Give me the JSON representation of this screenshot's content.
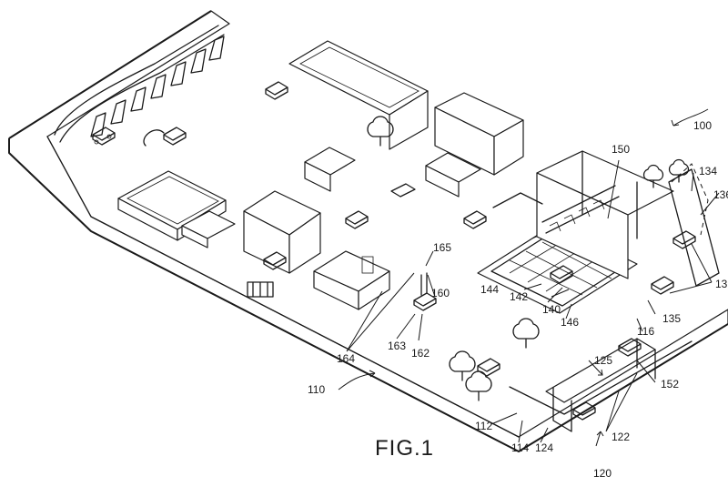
{
  "figure": {
    "caption": "FIG.1"
  },
  "reference_numerals": {
    "r100": "100",
    "r110": "110",
    "r112": "112",
    "r114": "114",
    "r116": "116",
    "r120": "120",
    "r122": "122",
    "r124": "124",
    "r125": "125",
    "r134": "134",
    "r135": "135",
    "r136": "136",
    "r138": "13",
    "r140": "140",
    "r142": "142",
    "r144": "144",
    "r146": "146",
    "r150": "150",
    "r152": "152",
    "r160": "160",
    "r162": "162",
    "r163": "163",
    "r164": "164",
    "r165": "165"
  }
}
